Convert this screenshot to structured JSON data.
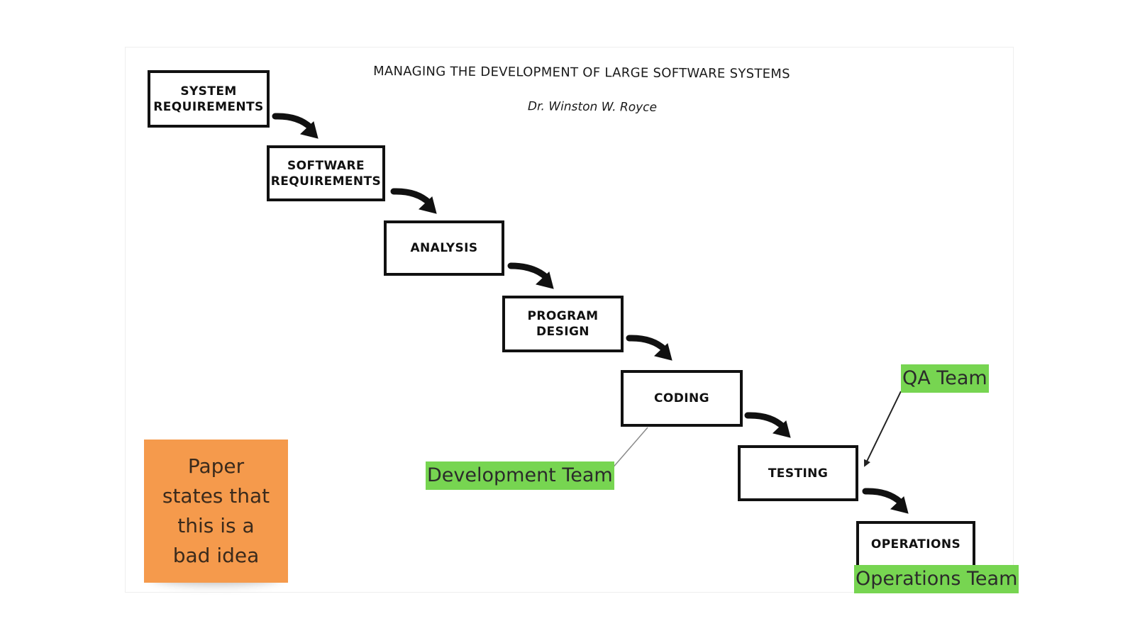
{
  "diagram": {
    "title": "MANAGING THE DEVELOPMENT OF LARGE SOFTWARE SYSTEMS",
    "author": "Dr. Winston W. Royce",
    "phases": [
      "SYSTEM\nREQUIREMENTS",
      "SOFTWARE\nREQUIREMENTS",
      "ANALYSIS",
      "PROGRAM\nDESIGN",
      "CODING",
      "TESTING",
      "OPERATIONS"
    ]
  },
  "annotations": {
    "development_team": "Development Team",
    "qa_team": "QA Team",
    "operations_team": "Operations Team",
    "highlight_color": "#77d551"
  },
  "sticky_note": {
    "text": "Paper\nstates that\nthis is a\nbad idea",
    "color": "#f59a4c"
  }
}
